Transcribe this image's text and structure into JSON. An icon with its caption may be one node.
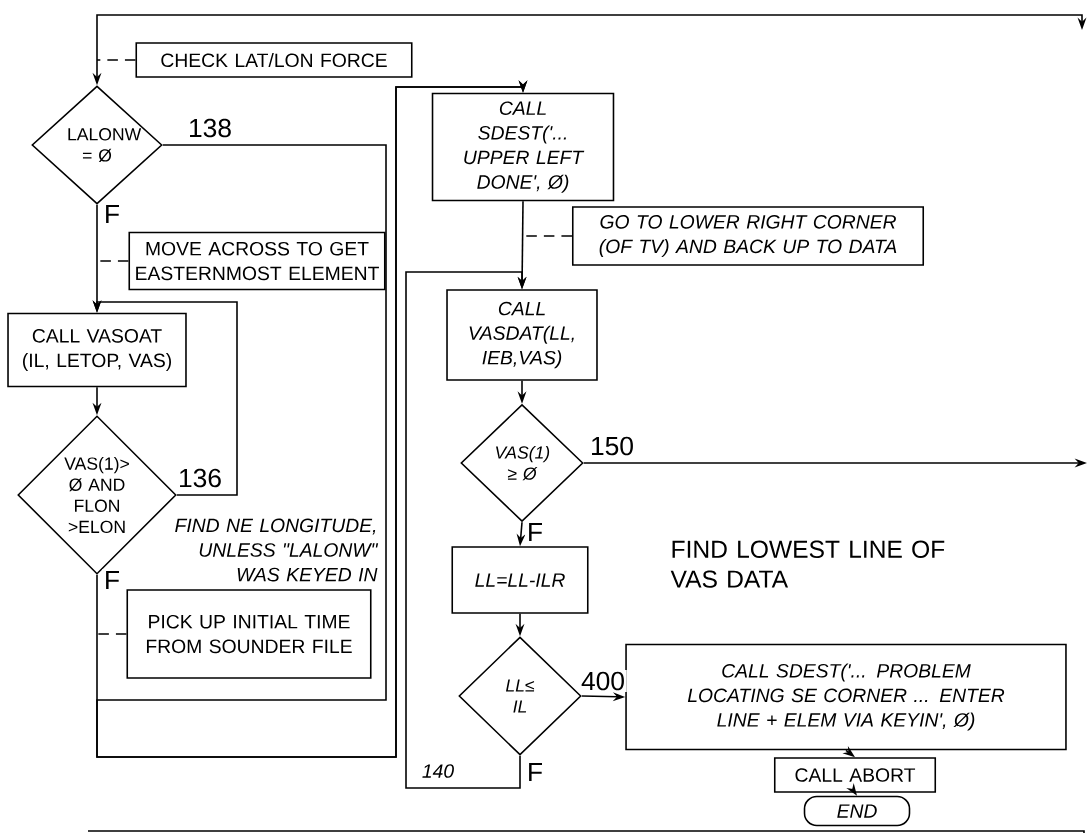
{
  "diagram": {
    "nodes": [
      {
        "text": [
          "CHECK LAT/LON FORCE"
        ]
      },
      {
        "text": [
          "LALONW = Ø"
        ]
      },
      {
        "text": [
          "MOVE ACROSS TO GET EASTERNMOST ELEMENT"
        ]
      },
      {
        "text": [
          "CALL VASOAT (IL, LETOP, VAS)"
        ]
      },
      {
        "text": [
          "VAS(1)> Ø AND FLON >ELON"
        ]
      },
      {
        "text": [
          "PICK UP INITIAL TIME FROM SOUNDER FILE"
        ]
      },
      {
        "text": [
          "CALL SDEST('... UPPER LEFT DONE', Ø)"
        ]
      },
      {
        "text": [
          "GO TO LOWER RIGHT CORNER (OF TV) AND BACK UP TO DATA"
        ]
      },
      {
        "text": [
          "CALL VASDAT(LL, IEB,VAS)"
        ]
      },
      {
        "text": [
          "VAS(1) ≥ Ø"
        ]
      },
      {
        "text": [
          "LL=LL-ILR"
        ]
      },
      {
        "text": [
          "LL≤ IL"
        ]
      },
      {
        "text": [
          "CALL SDEST('... PROBLEM LOCATING SE CORNER ... ENTER LINE + ELEM VIA KEYIN', Ø)"
        ]
      },
      {
        "text": [
          "CALL ABORT"
        ]
      },
      {
        "text": [
          "END"
        ]
      }
    ],
    "edges": [
      {
        "from": null,
        "to": 1,
        "arrow": "both"
      },
      {
        "from": 1,
        "to": 3,
        "arrow": "to",
        "label": "F"
      },
      {
        "from": 1,
        "to": 6,
        "arrow": "to",
        "label": "138"
      },
      {
        "from": 4,
        "to": 3,
        "arrow": "to",
        "label": "136"
      },
      {
        "from": 3,
        "to": 4,
        "arrow": "to"
      },
      {
        "from": 4,
        "to": 6,
        "arrow": "to",
        "label": "F"
      },
      {
        "from": 6,
        "to": 8,
        "arrow": "to"
      },
      {
        "from": 8,
        "to": 9,
        "arrow": "to"
      },
      {
        "from": 9,
        "to": null,
        "arrow": "to",
        "label": "150"
      },
      {
        "from": 9,
        "to": 10,
        "arrow": "to",
        "label": "F"
      },
      {
        "from": 10,
        "to": 11,
        "arrow": "to"
      },
      {
        "from": 11,
        "to": 8,
        "arrow": "to",
        "label": "F"
      },
      {
        "from": 11,
        "to": 12,
        "arrow": "to",
        "label": "400"
      },
      {
        "from": 12,
        "to": 13,
        "arrow": "to"
      },
      {
        "from": 13,
        "to": 14,
        "arrow": "to"
      },
      {
        "from": 0,
        "to": null,
        "arrow": "none",
        "style": "dashed"
      },
      {
        "from": 2,
        "to": null,
        "arrow": "none",
        "style": "dashed"
      },
      {
        "from": 5,
        "to": null,
        "arrow": "none",
        "style": "dashed"
      },
      {
        "from": 7,
        "to": null,
        "arrow": "none",
        "style": "dashed"
      }
    ],
    "labels": [
      "FIND NE LONGITUDE, UNLESS \"LALONW\" WAS KEYED IN",
      "FIND LOWEST LINE OF VAS DATA",
      "140"
    ]
  }
}
